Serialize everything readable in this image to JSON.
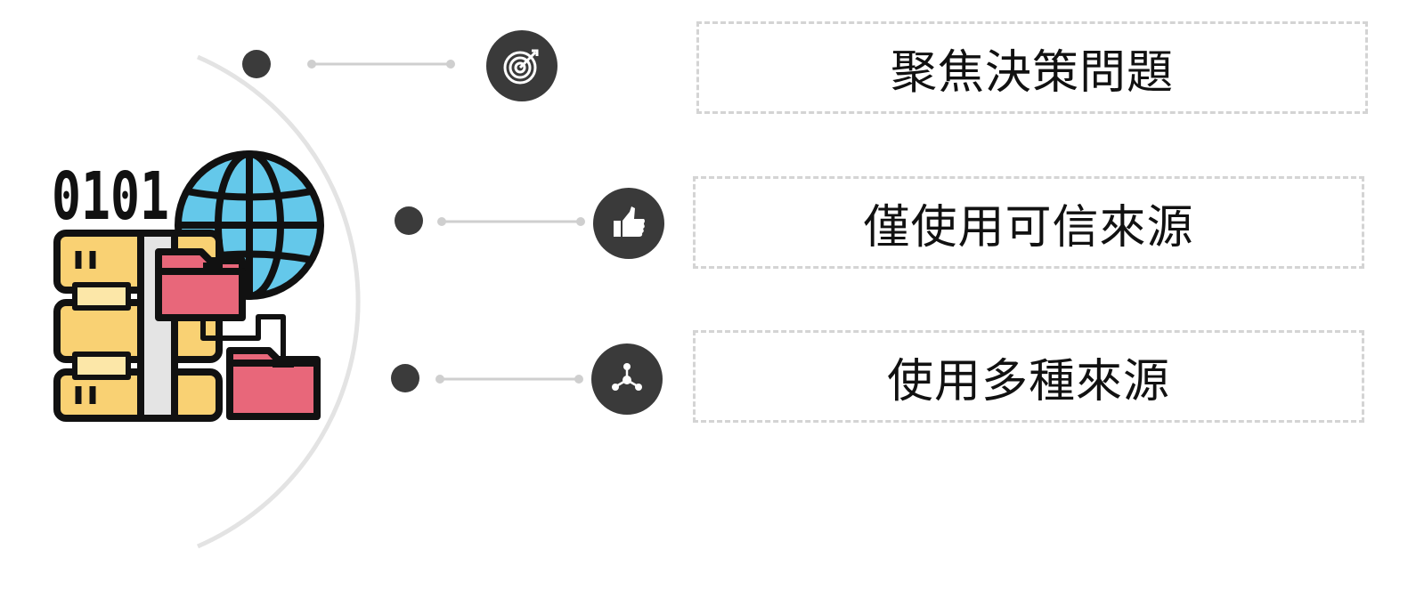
{
  "graphic": {
    "binary_text": "0101",
    "colors": {
      "server": "#f9d173",
      "server_light": "#fce7a8",
      "folder": "#e8677a",
      "globe": "#64c8ea",
      "outline": "#111111",
      "arc": "#e3e3e3",
      "node": "#3b3b3b",
      "connector": "#cfcfcf"
    }
  },
  "items": [
    {
      "label": "聚焦決策問題",
      "icon": "target-icon"
    },
    {
      "label": "僅使用可信來源",
      "icon": "thumbs-up-icon"
    },
    {
      "label": "使用多種來源",
      "icon": "network-nodes-icon"
    }
  ]
}
